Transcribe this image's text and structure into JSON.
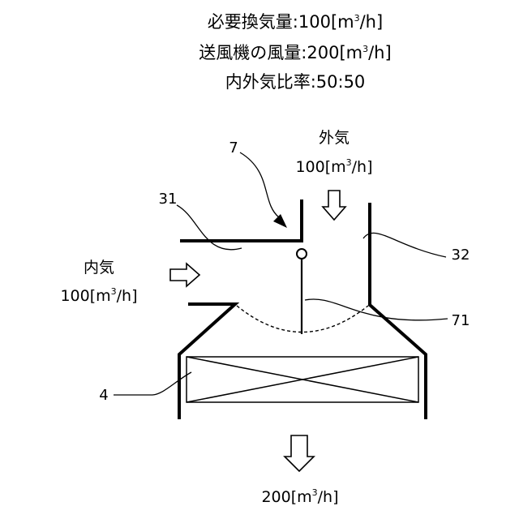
{
  "header": {
    "line1_label": "必要換気量:100[m",
    "line1_sup": "3",
    "line1_tail": "/h]",
    "line2_label": "送風機の風量:200[m",
    "line2_sup": "3",
    "line2_tail": "/h]",
    "line3": "内外気比率:50:50"
  },
  "outside_air": {
    "label": "外気",
    "flow_value": "100[m",
    "flow_sup": "3",
    "flow_tail": "/h]"
  },
  "inside_air": {
    "label": "内気",
    "flow_value": "100[m",
    "flow_sup": "3",
    "flow_tail": "/h]"
  },
  "outlet": {
    "flow_value": "200[m",
    "flow_sup": "3",
    "flow_tail": "/h]"
  },
  "reference_numerals": {
    "switching_door": "7",
    "inside_inlet": "31",
    "outside_inlet": "32",
    "damper": "71",
    "filter": "4"
  }
}
